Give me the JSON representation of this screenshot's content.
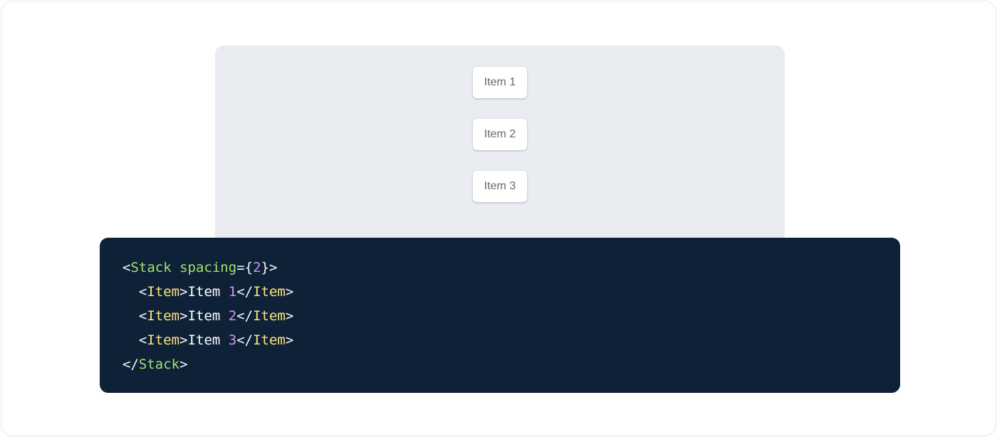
{
  "page": {
    "background": "#ffffff",
    "border_color": "#e7e9ed"
  },
  "demo": {
    "bg": "#e9ecf0",
    "items": [
      {
        "label": "Item 1"
      },
      {
        "label": "Item 2"
      },
      {
        "label": "Item 3"
      }
    ]
  },
  "code_block": {
    "bg": "#0e2137",
    "colors": {
      "punctuation": "#f4f7fa",
      "plain": "#ffffff",
      "tag": "#a5e06b",
      "attr-name": "#a5e06b",
      "item-tag": "#ffe57f",
      "number": "#c79af2"
    },
    "lines": [
      [
        {
          "t": "<",
          "c": "punctuation"
        },
        {
          "t": "Stack",
          "c": "tag"
        },
        {
          "t": " ",
          "c": "plain"
        },
        {
          "t": "spacing",
          "c": "attr-name"
        },
        {
          "t": "=",
          "c": "punctuation"
        },
        {
          "t": "{",
          "c": "punctuation"
        },
        {
          "t": "2",
          "c": "number"
        },
        {
          "t": "}",
          "c": "punctuation"
        },
        {
          "t": ">",
          "c": "punctuation"
        }
      ],
      [
        {
          "t": "  ",
          "c": "plain"
        },
        {
          "t": "<",
          "c": "punctuation"
        },
        {
          "t": "Item",
          "c": "item-tag"
        },
        {
          "t": ">",
          "c": "punctuation"
        },
        {
          "t": "Item ",
          "c": "plain"
        },
        {
          "t": "1",
          "c": "number"
        },
        {
          "t": "</",
          "c": "punctuation"
        },
        {
          "t": "Item",
          "c": "item-tag"
        },
        {
          "t": ">",
          "c": "punctuation"
        }
      ],
      [
        {
          "t": "  ",
          "c": "plain"
        },
        {
          "t": "<",
          "c": "punctuation"
        },
        {
          "t": "Item",
          "c": "item-tag"
        },
        {
          "t": ">",
          "c": "punctuation"
        },
        {
          "t": "Item ",
          "c": "plain"
        },
        {
          "t": "2",
          "c": "number"
        },
        {
          "t": "</",
          "c": "punctuation"
        },
        {
          "t": "Item",
          "c": "item-tag"
        },
        {
          "t": ">",
          "c": "punctuation"
        }
      ],
      [
        {
          "t": "  ",
          "c": "plain"
        },
        {
          "t": "<",
          "c": "punctuation"
        },
        {
          "t": "Item",
          "c": "item-tag"
        },
        {
          "t": ">",
          "c": "punctuation"
        },
        {
          "t": "Item ",
          "c": "plain"
        },
        {
          "t": "3",
          "c": "number"
        },
        {
          "t": "</",
          "c": "punctuation"
        },
        {
          "t": "Item",
          "c": "item-tag"
        },
        {
          "t": ">",
          "c": "punctuation"
        }
      ],
      [
        {
          "t": "</",
          "c": "punctuation"
        },
        {
          "t": "Stack",
          "c": "tag"
        },
        {
          "t": ">",
          "c": "punctuation"
        }
      ]
    ]
  }
}
